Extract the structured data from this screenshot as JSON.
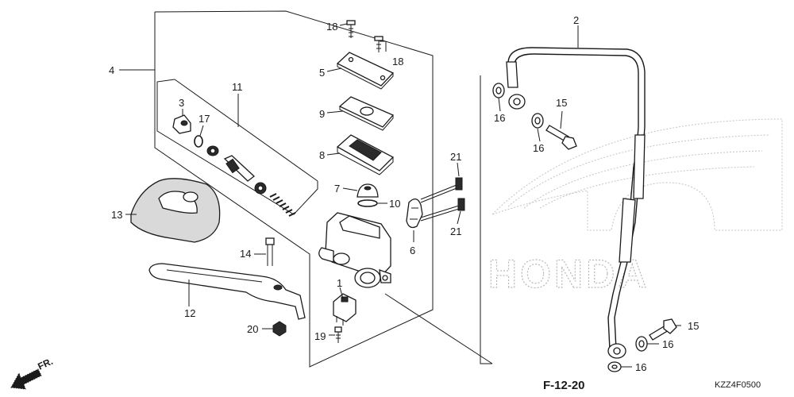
{
  "labels": {
    "l1": "1",
    "l2": "2",
    "l3": "3",
    "l4": "4",
    "l5": "5",
    "l6": "6",
    "l7": "7",
    "l8": "8",
    "l9": "9",
    "l10": "10",
    "l11": "11",
    "l12": "12",
    "l13": "13",
    "l14": "14",
    "l15a": "15",
    "l15b": "15",
    "l16a": "16",
    "l16b": "16",
    "l16c": "16",
    "l16d": "16",
    "l17": "17",
    "l18a": "18",
    "l18b": "18",
    "l19": "19",
    "l20": "20",
    "l21a": "21",
    "l21b": "21"
  },
  "reference": "F-12-20",
  "diagram_code": "KZZ4F0500",
  "watermark": "HONDA",
  "direction": "FR."
}
